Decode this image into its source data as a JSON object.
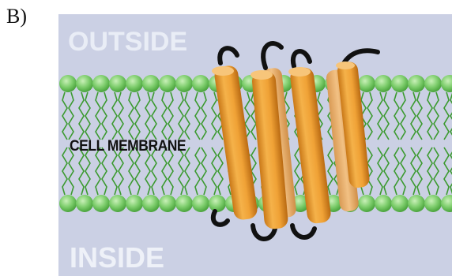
{
  "panel_label": "B)",
  "labels": {
    "outside": "OUTSIDE",
    "inside": "INSIDE",
    "membrane": "CELL MEMBRANE"
  },
  "colors": {
    "background_region": "#cbd0e4",
    "lipid_head": "#7fce6e",
    "lipid_tail": "#3b9a2f",
    "helix": "#f0a236",
    "loop": "#111111"
  },
  "icons": [
    "phospholipid-bilayer",
    "transmembrane-helix"
  ]
}
